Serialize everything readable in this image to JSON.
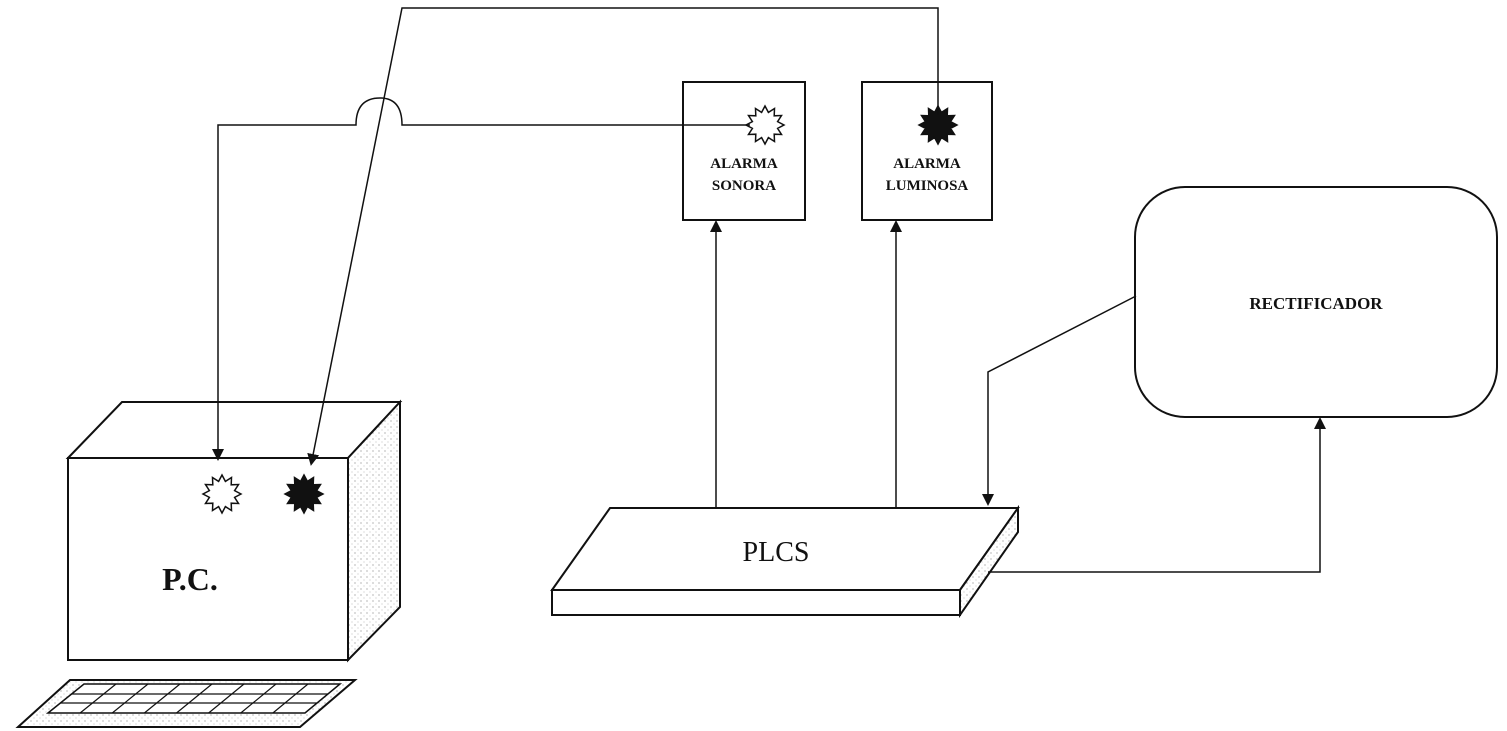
{
  "diagram": {
    "nodes": {
      "pc": {
        "label": "P.C."
      },
      "alarma_sonora": {
        "label_line1": "ALARMA",
        "label_line2": "SONORA"
      },
      "alarma_luminosa": {
        "label_line1": "ALARMA",
        "label_line2": "LUMINOSA"
      },
      "plcs": {
        "label": "PLCS"
      },
      "rectificador": {
        "label": "RECTIFICADOR"
      }
    },
    "connections": [
      {
        "from": "alarma_sonora",
        "to": "pc",
        "kind": "indicator-link"
      },
      {
        "from": "alarma_luminosa",
        "to": "pc",
        "kind": "indicator-link"
      },
      {
        "from": "plcs",
        "to": "alarma_sonora",
        "kind": "arrow"
      },
      {
        "from": "plcs",
        "to": "alarma_luminosa",
        "kind": "arrow"
      },
      {
        "from": "rectificador",
        "to": "plcs",
        "kind": "arrow"
      },
      {
        "from": "plcs",
        "to": "rectificador",
        "kind": "arrow"
      }
    ]
  }
}
